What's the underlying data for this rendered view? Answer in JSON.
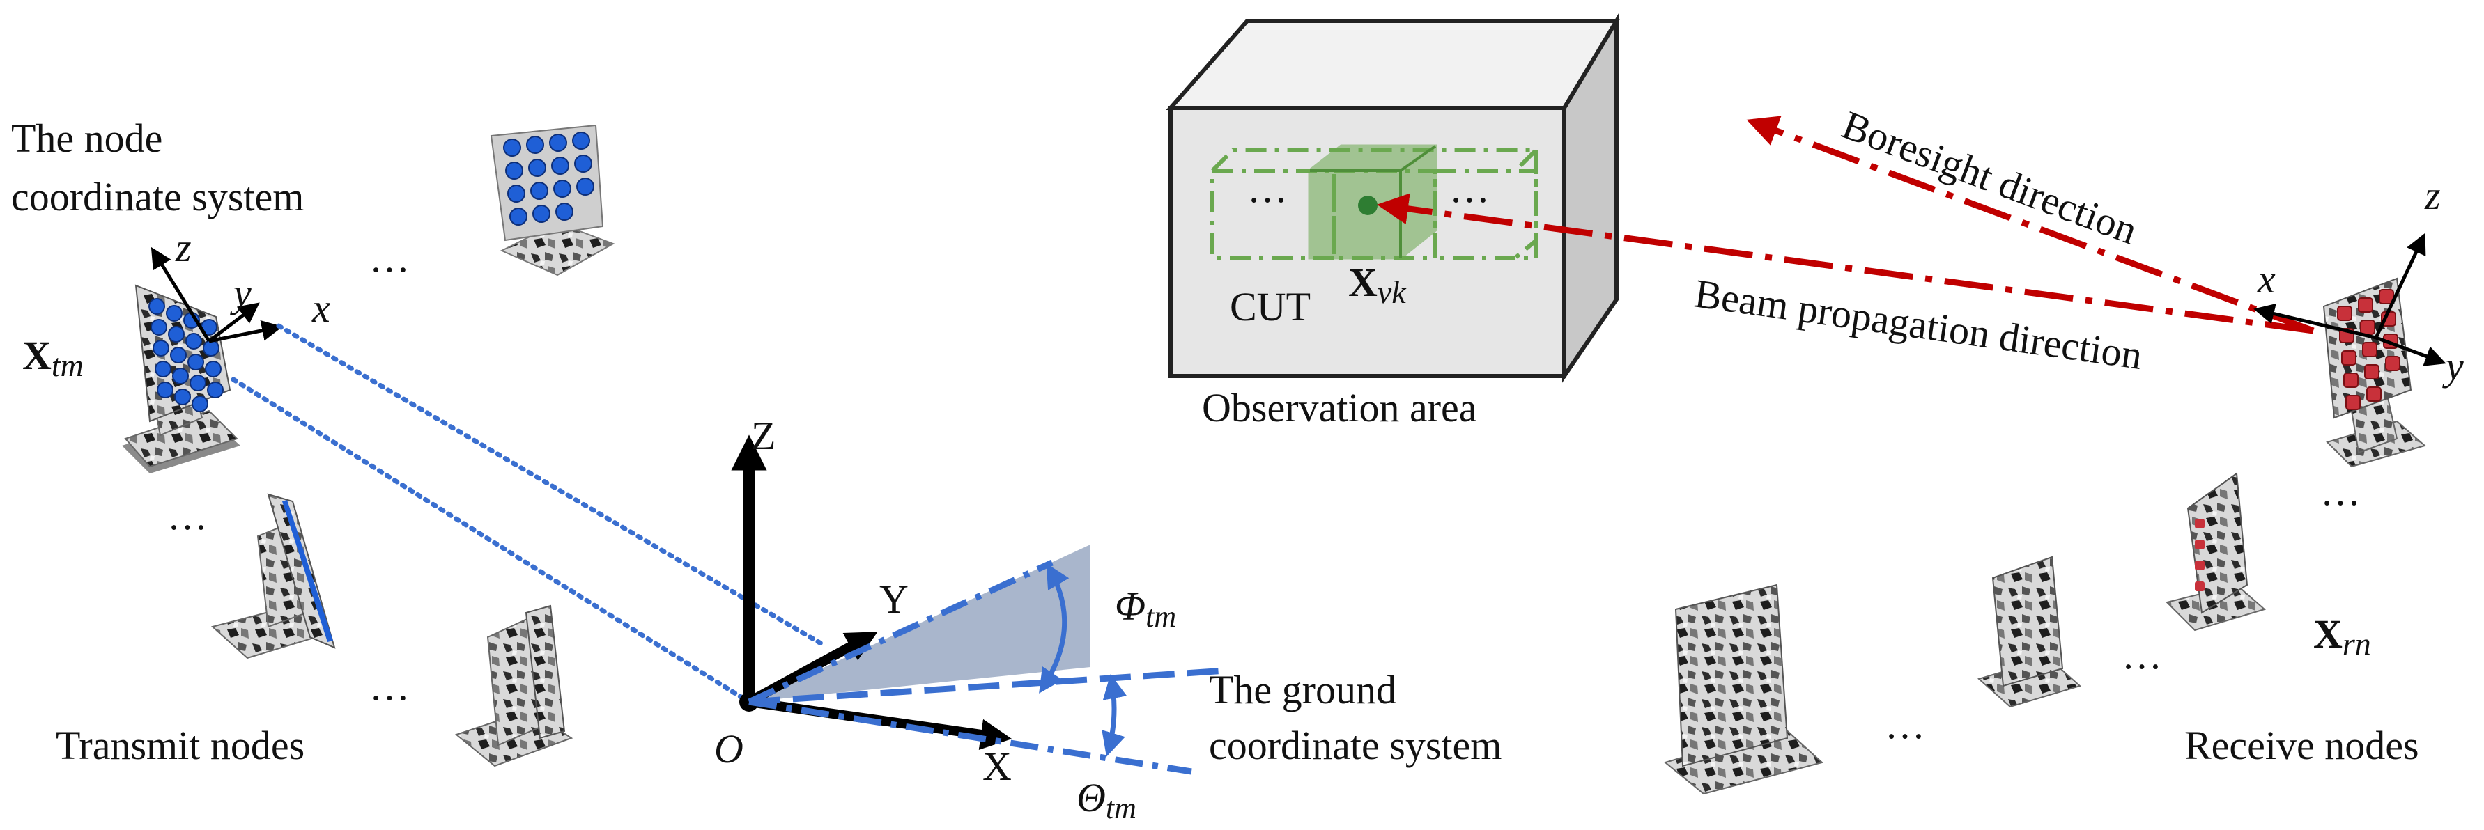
{
  "colors": {
    "blue_link": "#3a6fd0",
    "red_beam": "#c00000",
    "cut_green": "#6aa84f",
    "gray_box_front": "#e6e6e6",
    "gray_box_side": "#c8c8c8",
    "gray_box_top": "#f2f2f2",
    "sector_fill": "#9aa9c3",
    "antenna_blue": "#1f5fd6",
    "antenna_red": "#c8313a"
  },
  "labels": {
    "node_cs_line1": "The node",
    "node_cs_line2": "coordinate system",
    "x_tm": "X",
    "x_tm_sub": "tm",
    "node_z": "z",
    "node_y": "y",
    "node_x": "x",
    "ellipsis": "…",
    "transmit_nodes": "Transmit nodes",
    "observation_area": "Observation area",
    "cut": "CUT",
    "x_vk": "X",
    "x_vk_sub": "vk",
    "boresight": "Boresight direction",
    "beam_propagation": "Beam propagation direction",
    "rx_z": "z",
    "rx_x": "x",
    "rx_y": "y",
    "x_rn": "X",
    "x_rn_sub": "rn",
    "receive_nodes": "Receive nodes",
    "axis_Z": "Z",
    "axis_Y": "Y",
    "axis_X": "X",
    "origin": "O",
    "phi": "Φ",
    "phi_sub": "tm",
    "theta": "Θ",
    "theta_sub": "tm",
    "ground_cs_line1": "The ground",
    "ground_cs_line2": "coordinate system"
  }
}
